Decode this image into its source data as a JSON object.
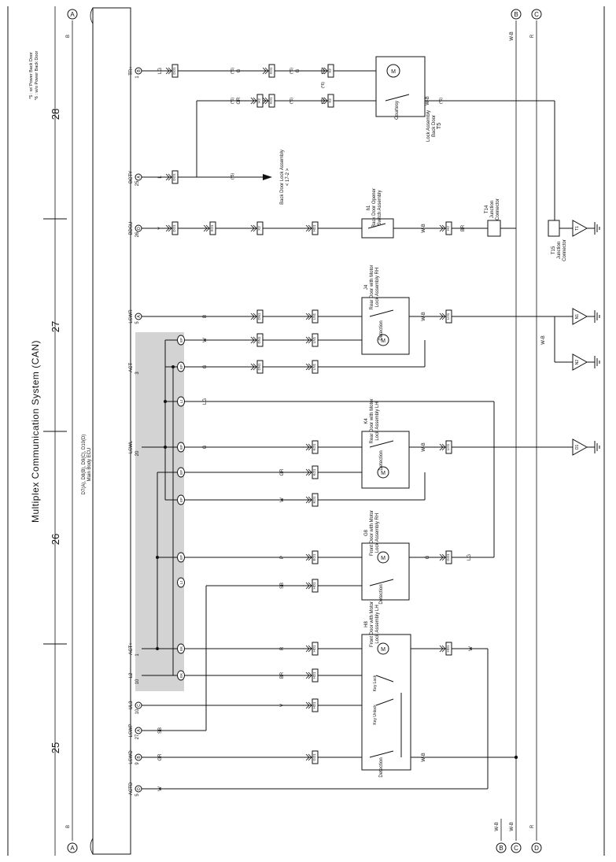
{
  "title": "Multiplex Communication System (CAN)",
  "page_numbers": [
    "25",
    "26",
    "27",
    "28"
  ],
  "notes": [
    "*5 : w/ Power Back Door",
    "*6 : w/o Power Back Door"
  ],
  "bus_letters": {
    "left": [
      "A",
      "A"
    ],
    "right": [
      "B",
      "C",
      "B",
      "C",
      "D"
    ]
  },
  "bus_labels": [
    "B",
    "B",
    "W-B",
    "R",
    "W-B",
    "W-B",
    "R"
  ],
  "ecu": {
    "code": "D7(A), D8(B), D9(C), D10(D)",
    "name": "Main Body ECU"
  },
  "ecu_pins": [
    {
      "name": "TR+",
      "num": "1",
      "con": "B"
    },
    {
      "name": "BCTY",
      "num": "25",
      "con": "A"
    },
    {
      "name": "BDSU",
      "num": "26",
      "con": "D"
    },
    {
      "name": "LSWR",
      "num": "5",
      "con": "A"
    },
    {
      "name": "ACT-",
      "num": "3",
      "con": ""
    },
    {
      "name": "LSWL",
      "num": "20",
      "con": ""
    },
    {
      "name": "ACT+",
      "num": "1",
      "con": ""
    },
    {
      "name": "L2",
      "num": "10",
      "con": ""
    },
    {
      "name": "UL3",
      "num": "10",
      "con": "C"
    },
    {
      "name": "LSWP",
      "num": "27",
      "con": "A"
    },
    {
      "name": "LSWD",
      "num": "9",
      "con": "B"
    },
    {
      "name": "ACTD",
      "num": "5",
      "con": "D"
    }
  ],
  "wires_left": [
    "LG",
    "L",
    "Y",
    "B",
    "W",
    "G",
    "LG",
    "G",
    "GR",
    "W",
    "P",
    "SB",
    "R",
    "BR",
    "V",
    "SB",
    "GR",
    "W"
  ],
  "connectors": [
    "DO1",
    "DO1",
    "DO1",
    "XO1",
    "XO1",
    "X2",
    "X2",
    "XO1",
    "X2",
    "DN1",
    "DN1",
    "DN1",
    "LN1",
    "LN1",
    "LN1",
    "KO1",
    "KO1",
    "KO1",
    "LO1",
    "LO1",
    "EO1",
    "HD1",
    "HD1",
    "HD1",
    "HD1",
    "GO1",
    "GO1",
    "HD1",
    "H2",
    "H2",
    "HD1"
  ],
  "joints": [
    "EP",
    "EP",
    "EP",
    "EP",
    "EP",
    "EP",
    "LJ",
    "LJ",
    "EK",
    "EK"
  ],
  "star_notes": [
    "(*6)",
    "(*6)",
    "(*6)",
    "(*6)",
    "(*5)",
    "(*6)",
    "(*6)",
    "(*6)",
    "(*6)"
  ],
  "back_door_ref": {
    "label": "Back Door Lock Assembly",
    "ref": "< 17-2 >"
  },
  "components": {
    "t5": {
      "code": "T5",
      "name1": "Back Door",
      "name2": "Lock Assembly",
      "switch": "Courtesy"
    },
    "h1": {
      "code": "h1",
      "name1": "Back Door Opener",
      "name2": "Switch Assembly"
    },
    "t14": {
      "code": "T14",
      "name1": "Junction",
      "name2": "Connector"
    },
    "t15": {
      "code": "T15",
      "name1": "Junction",
      "name2": "Connector"
    },
    "j4": {
      "code": "J4",
      "name1": "Rear Door with Motor",
      "name2": "Lock Assembly RH",
      "switch": "Detection"
    },
    "k4": {
      "code": "K4",
      "name1": "Rear Door with Motor",
      "name2": "Lock Assembly LH",
      "switch": "Detection"
    },
    "g8": {
      "code": "G8",
      "name1": "Front Door with Motor",
      "name2": "Lock Assembly RH",
      "switch": "Detection"
    },
    "h8": {
      "code": "H8",
      "name1": "Front Door with Motor",
      "name2": "Lock Assembly LH",
      "switch": "Detection",
      "key_lock": "Key Lock",
      "key_unlock": "Key Unlock"
    }
  },
  "motor_label": "M",
  "grounds": [
    "T1",
    "N1",
    "N2",
    "O1"
  ],
  "wb_label": "W-B",
  "wires_right": [
    "G",
    "G",
    "GR",
    "W-B",
    "BR",
    "W-B",
    "W-B",
    "W-B",
    "G",
    "LG",
    "W",
    "W-B"
  ]
}
